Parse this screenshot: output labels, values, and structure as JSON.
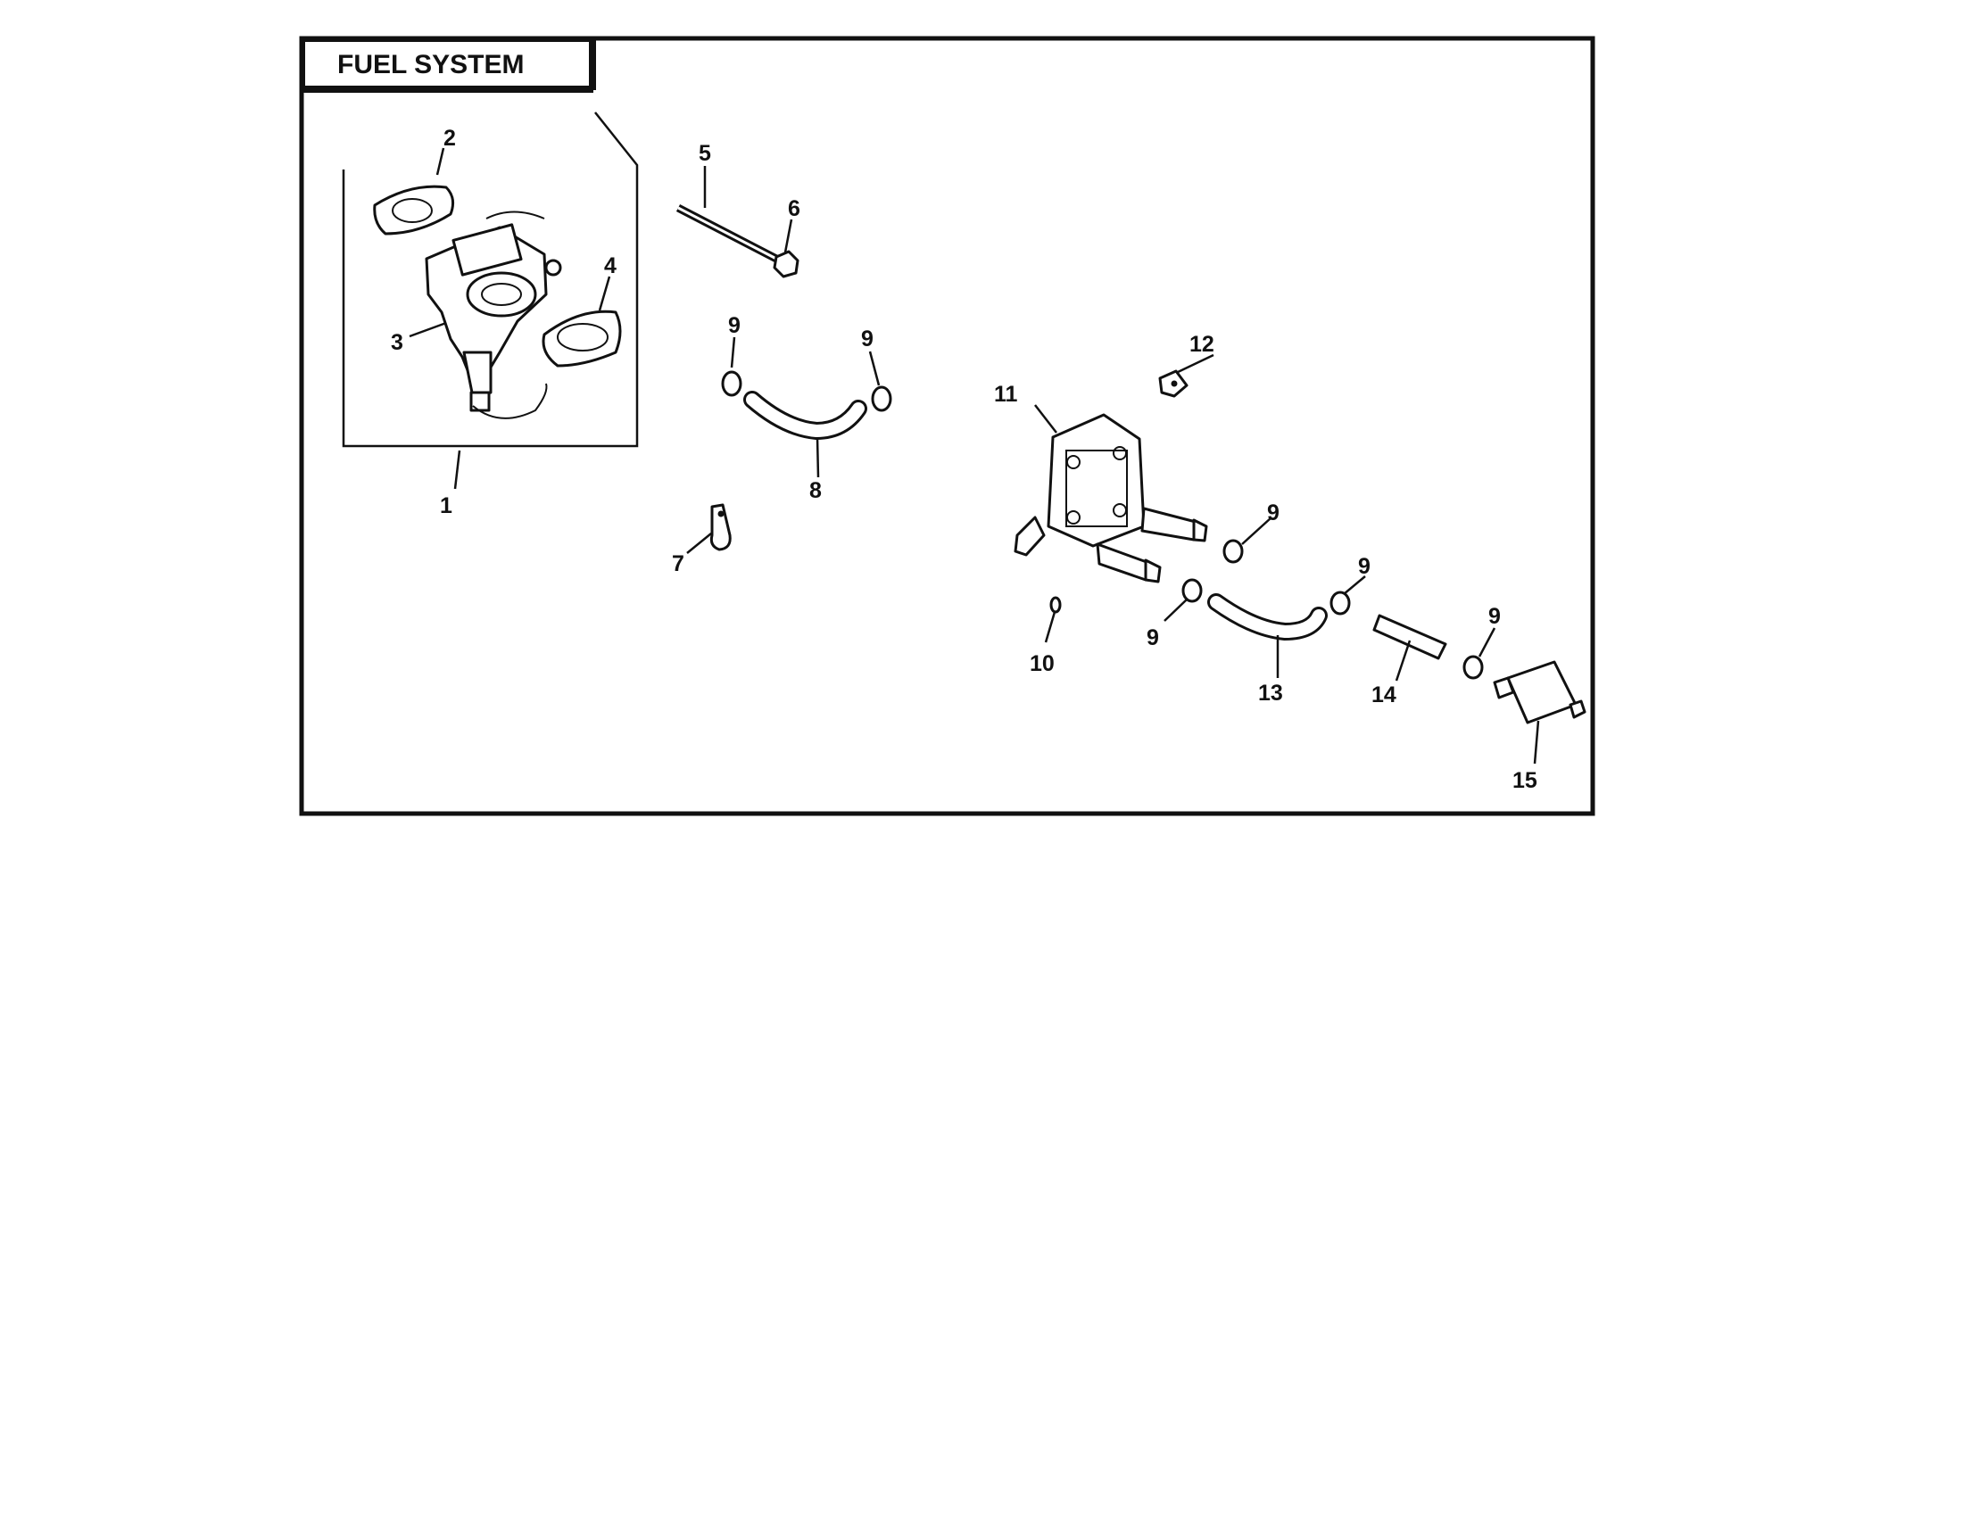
{
  "title": "FUEL SYSTEM",
  "callouts": {
    "c1": "1",
    "c2": "2",
    "c3": "3",
    "c4": "4",
    "c5": "5",
    "c6": "6",
    "c7": "7",
    "c8": "8",
    "c9a": "9",
    "c9b": "9",
    "c9c": "9",
    "c9d": "9",
    "c9e": "9",
    "c9f": "9",
    "c10": "10",
    "c11": "11",
    "c12": "12",
    "c13": "13",
    "c14": "14",
    "c15": "15"
  }
}
